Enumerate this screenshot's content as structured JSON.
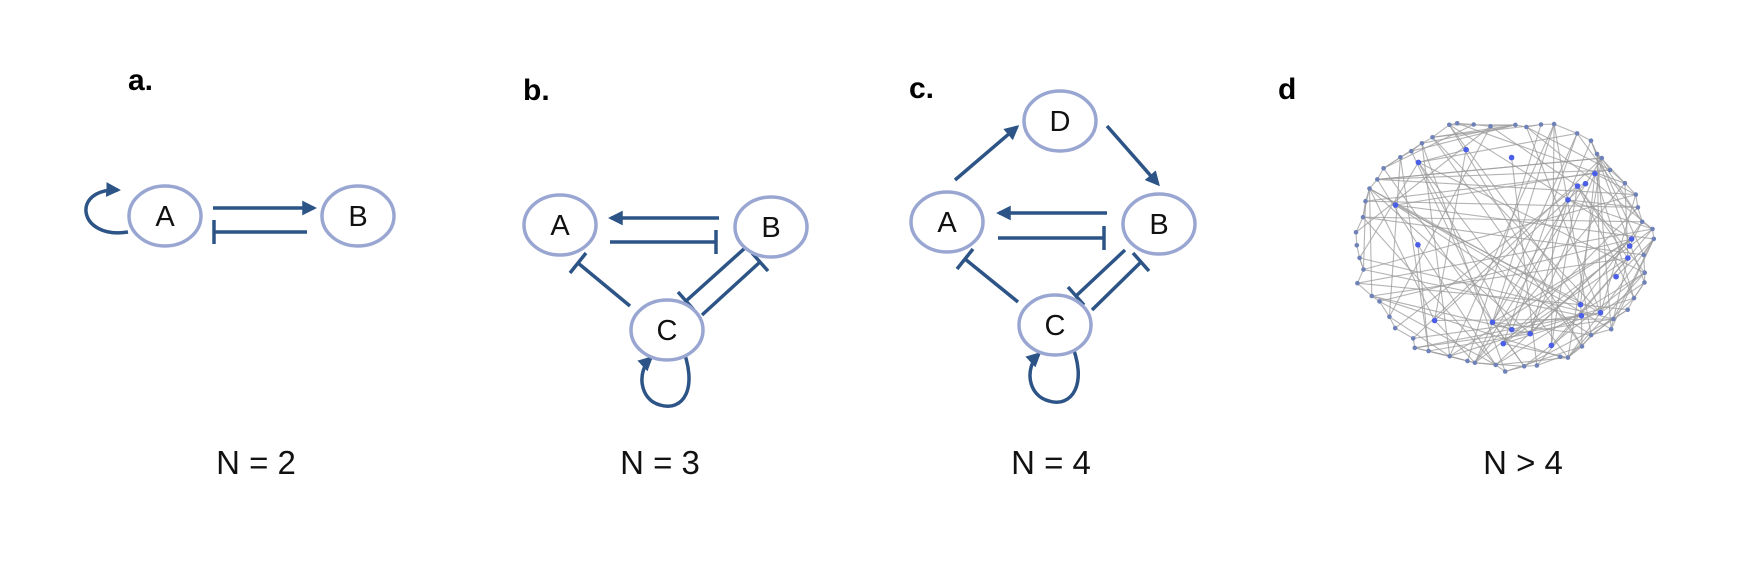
{
  "colors": {
    "edge": "#2d5486",
    "node_stroke": "#99a6d2",
    "network_edge": "#9b9b9b",
    "network_node": "#6f82b8",
    "network_node_inner": "#4a5ee8"
  },
  "panels": [
    {
      "id": "a",
      "label": "a.",
      "caption": "N = 2",
      "nodes": [
        {
          "id": "A",
          "label": "A"
        },
        {
          "id": "B",
          "label": "B"
        }
      ],
      "edges": [
        {
          "from": "A",
          "to": "A",
          "type": "activation"
        },
        {
          "from": "A",
          "to": "B",
          "type": "activation"
        },
        {
          "from": "B",
          "to": "A",
          "type": "inhibition"
        }
      ]
    },
    {
      "id": "b",
      "label": "b.",
      "caption": "N = 3",
      "nodes": [
        {
          "id": "A",
          "label": "A"
        },
        {
          "id": "B",
          "label": "B"
        },
        {
          "id": "C",
          "label": "C"
        }
      ],
      "edges": [
        {
          "from": "B",
          "to": "A",
          "type": "activation"
        },
        {
          "from": "A",
          "to": "B",
          "type": "inhibition"
        },
        {
          "from": "C",
          "to": "A",
          "type": "inhibition"
        },
        {
          "from": "B",
          "to": "C",
          "type": "inhibition"
        },
        {
          "from": "C",
          "to": "B",
          "type": "inhibition"
        },
        {
          "from": "C",
          "to": "C",
          "type": "activation"
        }
      ]
    },
    {
      "id": "c",
      "label": "c.",
      "caption": "N = 4",
      "nodes": [
        {
          "id": "A",
          "label": "A"
        },
        {
          "id": "B",
          "label": "B"
        },
        {
          "id": "C",
          "label": "C"
        },
        {
          "id": "D",
          "label": "D"
        }
      ],
      "edges": [
        {
          "from": "A",
          "to": "D",
          "type": "activation"
        },
        {
          "from": "D",
          "to": "B",
          "type": "activation"
        },
        {
          "from": "B",
          "to": "A",
          "type": "activation"
        },
        {
          "from": "A",
          "to": "B",
          "type": "inhibition"
        },
        {
          "from": "C",
          "to": "A",
          "type": "inhibition"
        },
        {
          "from": "B",
          "to": "C",
          "type": "inhibition"
        },
        {
          "from": "C",
          "to": "B",
          "type": "inhibition"
        },
        {
          "from": "C",
          "to": "C",
          "type": "activation"
        }
      ]
    },
    {
      "id": "d",
      "label": "d",
      "caption": "N > 4",
      "network": "random-graph"
    }
  ]
}
